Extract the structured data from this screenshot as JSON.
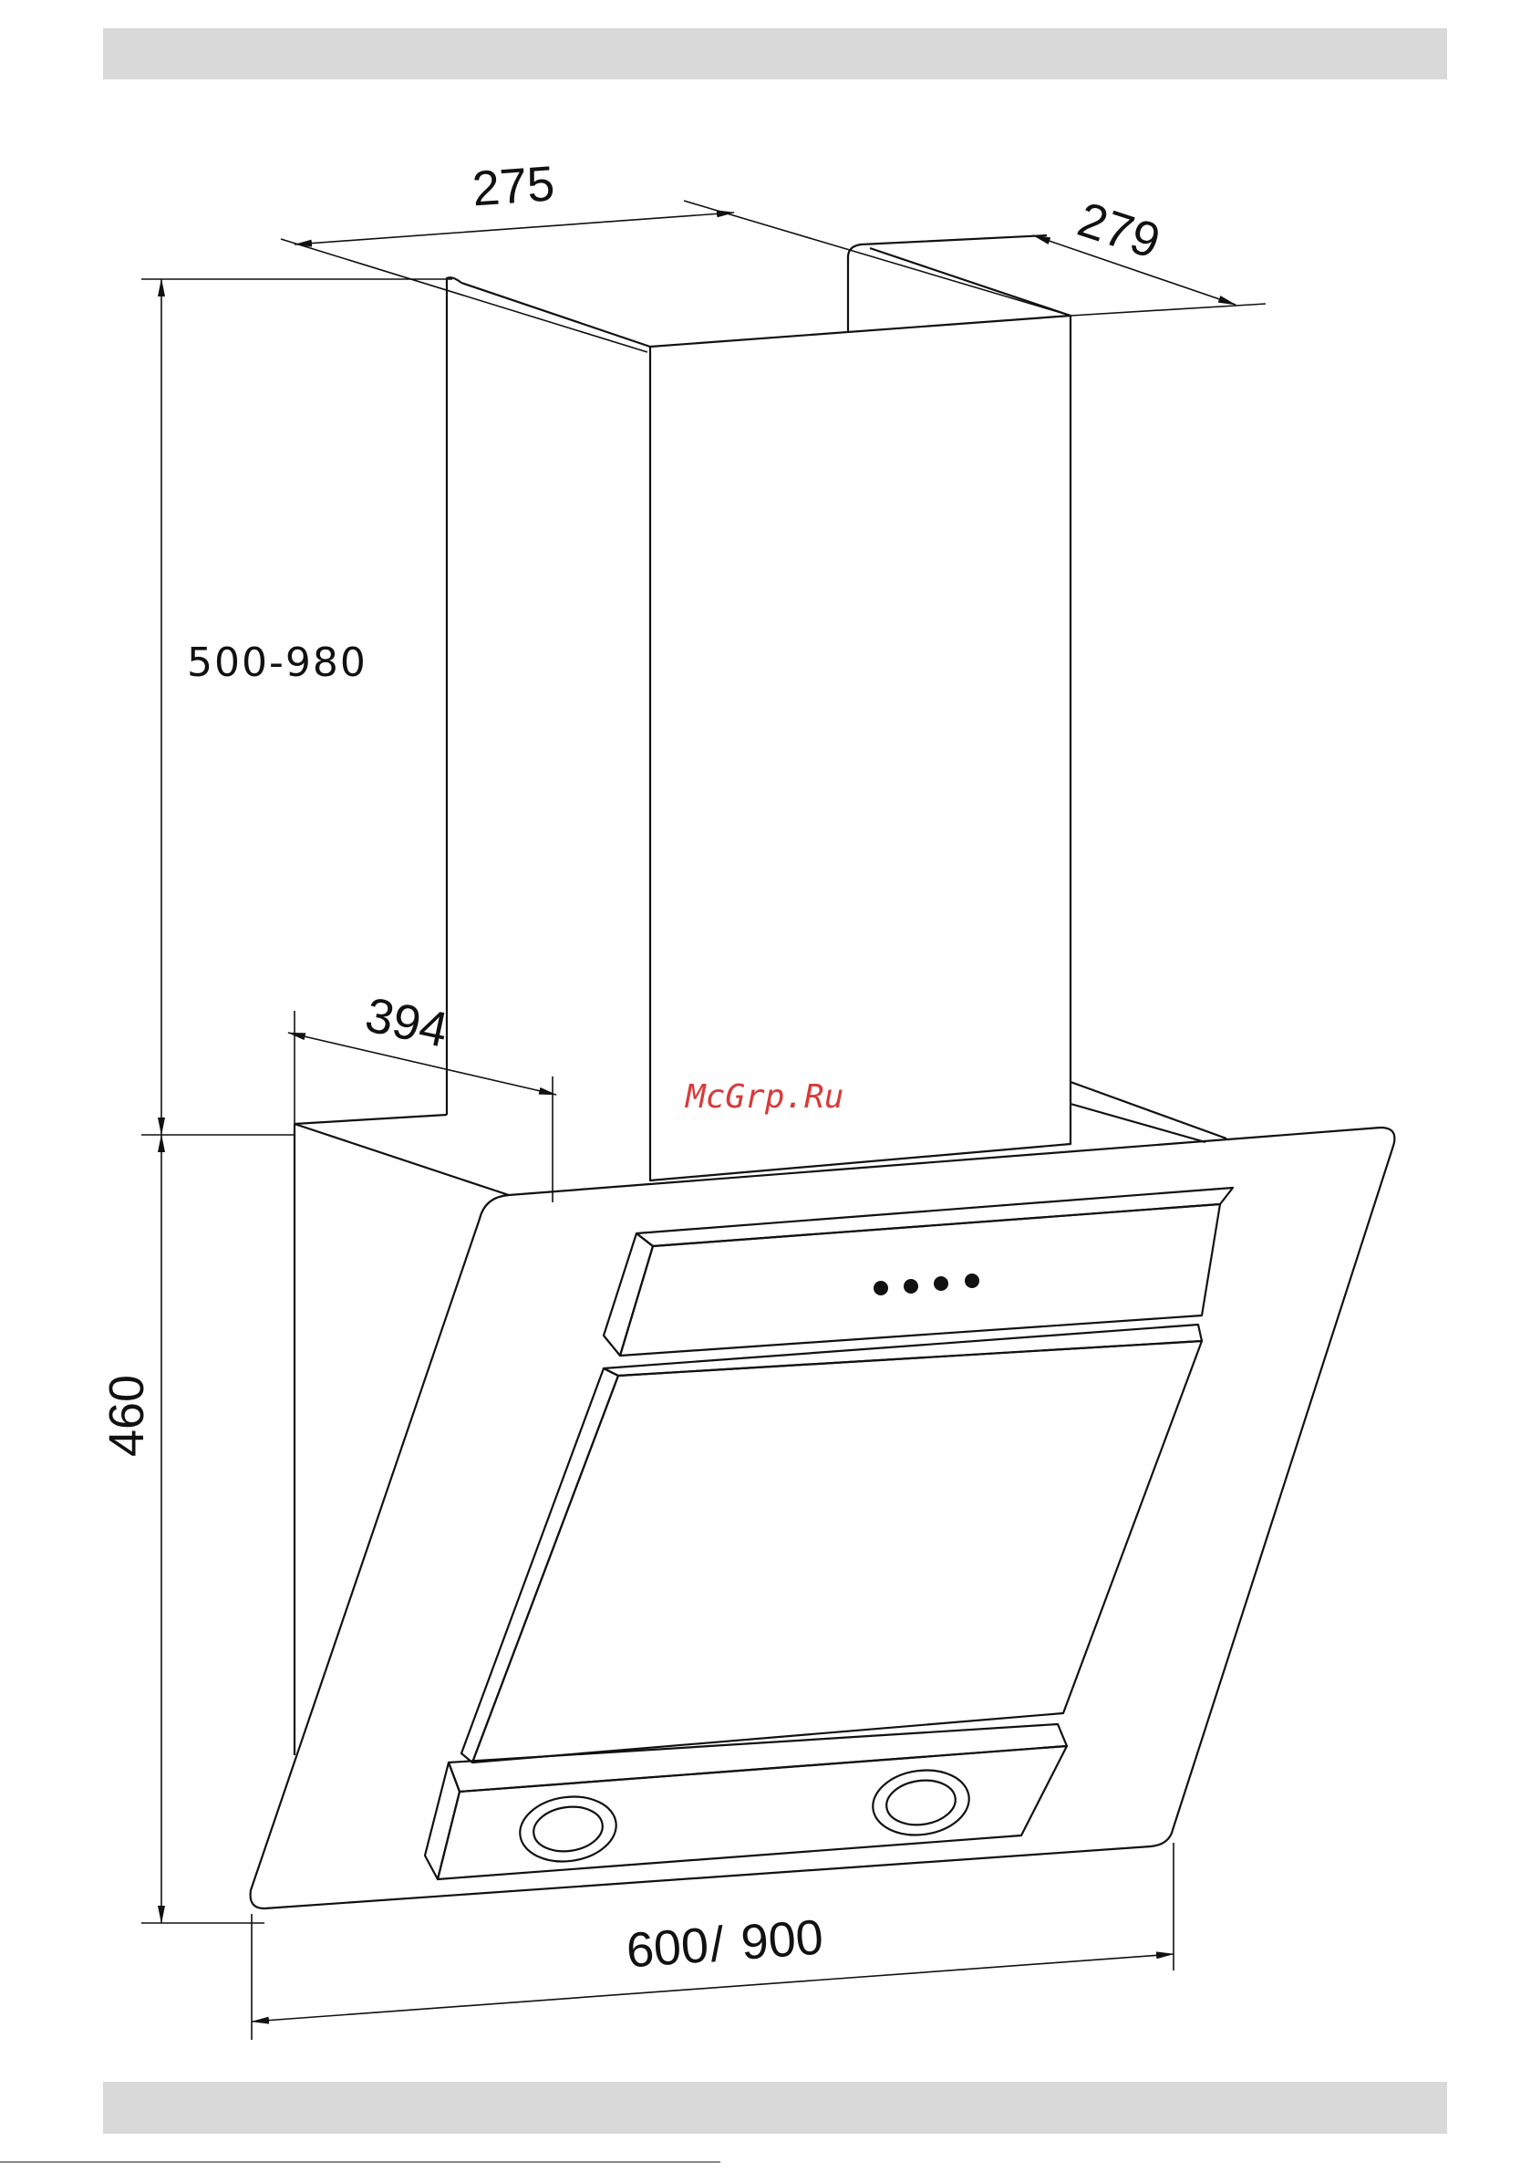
{
  "dimensions": {
    "chimney_width": "275",
    "chimney_depth": "279",
    "chimney_height": "500-980",
    "hood_depth": "394",
    "hood_height": "460",
    "hood_width_a": "600",
    "hood_width_sep": "/",
    "hood_width_b": "900"
  },
  "watermark": "McGrp.Ru",
  "colors": {
    "band": "#d9d9d9",
    "line": "#111111",
    "watermark": "#d83a3a"
  }
}
